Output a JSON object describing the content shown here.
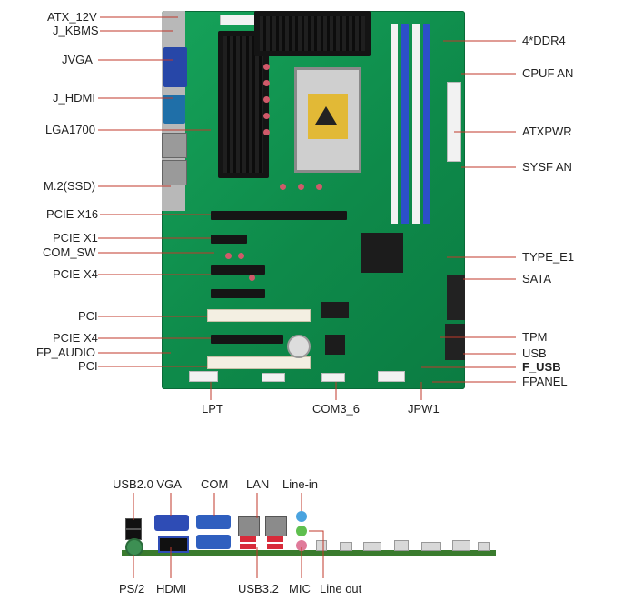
{
  "board_labels": {
    "atx_12v": "ATX_12V",
    "j_kbms": "J_KBMS",
    "jvga": "JVGA",
    "j_hdmi": "J_HDMI",
    "lga1700": "LGA1700",
    "m2_ssd": "M.2(SSD)",
    "pcie_x16": "PCIE X16",
    "pcie_x1": "PCIE X1",
    "com_sw": "COM_SW",
    "pcie_x4_top": "PCIE X4",
    "pci_top": "PCI",
    "pcie_x4_bottom": "PCIE X4",
    "fp_audio": "FP_AUDIO",
    "pci_bottom": "PCI",
    "ddr4": "4*DDR4",
    "cpuf_an": "CPUF AN",
    "atxpwr": "ATXPWR",
    "sysf_an": "SYSF AN",
    "type_e1": "TYPE_E1",
    "sata": "SATA",
    "tpm": "TPM",
    "usb": "USB",
    "f_usb": "F_USB",
    "fpanel": "FPANEL",
    "lpt": "LPT",
    "com3_6": "COM3_6",
    "jpw1": "JPW1"
  },
  "rear_labels": {
    "usb20_vga": "USB2.0 VGA",
    "com": "COM",
    "lan": "LAN",
    "line_in": "Line-in",
    "ps2": "PS/2",
    "hdmi": "HDMI",
    "usb32": "USB3.2",
    "mic": "MIC",
    "line_out": "Line out"
  },
  "colors": {
    "pcb_green": "#0e8a4a",
    "dimm_blue": "#2c4fc9",
    "dimm_white": "#f2f2f2",
    "leader_line": "#c0392b",
    "usb3_red": "#d82b3a"
  }
}
